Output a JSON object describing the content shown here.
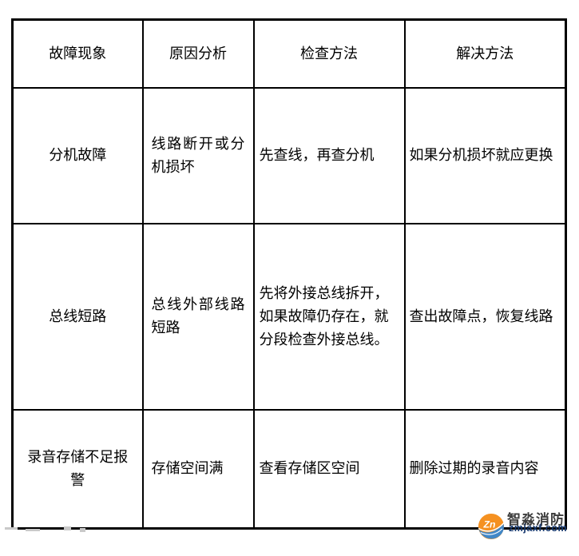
{
  "table": {
    "headers": [
      "故障现象",
      "原因分析",
      "检查方法",
      "解决方法"
    ],
    "rows": [
      [
        "分机故障",
        "线路断开或分机损坏",
        "先查线，再查分机",
        "如果分机损坏就应更换"
      ],
      [
        "总线短路",
        "总线外部线路短路",
        "先将外接总线拆开，如果故障仍存在，就分段检查外接总线。",
        "查出故障点，恢复线路"
      ],
      [
        "录音存储不足报警",
        "存储空间满",
        "查看存储区空间",
        "删除过期的录音内容"
      ]
    ]
  },
  "watermark": {
    "brand_name": "智淼消防",
    "domain": "zmjaxf.com",
    "monogram": "Zn",
    "colors": {
      "logo_orange": "#f59121",
      "logo_blue": "#4187c7",
      "brand_text": "#3d3d3d",
      "domain_text": "#16386e"
    }
  }
}
